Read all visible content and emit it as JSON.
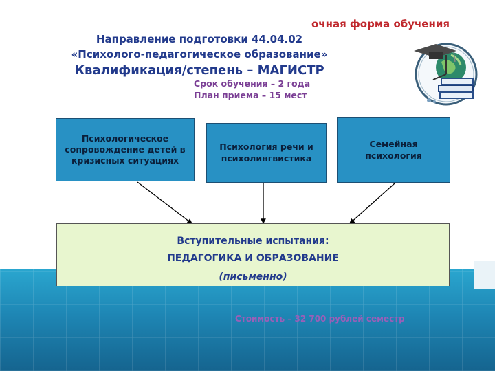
{
  "header": {
    "study_form": "очная форма обучения",
    "direction": "Направление подготовки 44.04.02",
    "program": "«Психолого-педагогическое образование»",
    "qualification": "Квалификация/степень – МАГИСТР",
    "duration": "Срок обучения  – 2 года",
    "admission_plan": "План приема – 15 мест"
  },
  "profiles": [
    {
      "label": "Психологическое сопровождение детей в кризисных ситуациях"
    },
    {
      "label": "Психология речи и психолингвистика"
    },
    {
      "label": "Семейная психология"
    }
  ],
  "exam": {
    "title": "Вступительные испытания:",
    "subject": "ПЕДАГОГИКА И ОБРАЗОВАНИЕ",
    "mode": "(письменно)"
  },
  "cost": "Стоимость – 32 700 рублей семестр",
  "colors": {
    "red": "#c0282d",
    "navy": "#223a8c",
    "purple": "#7b3f95",
    "box_blue": "#2891c4",
    "exam_bg": "#e8f6cf"
  },
  "logo_icon": "graduation-cap-globe-books-clock-icon"
}
